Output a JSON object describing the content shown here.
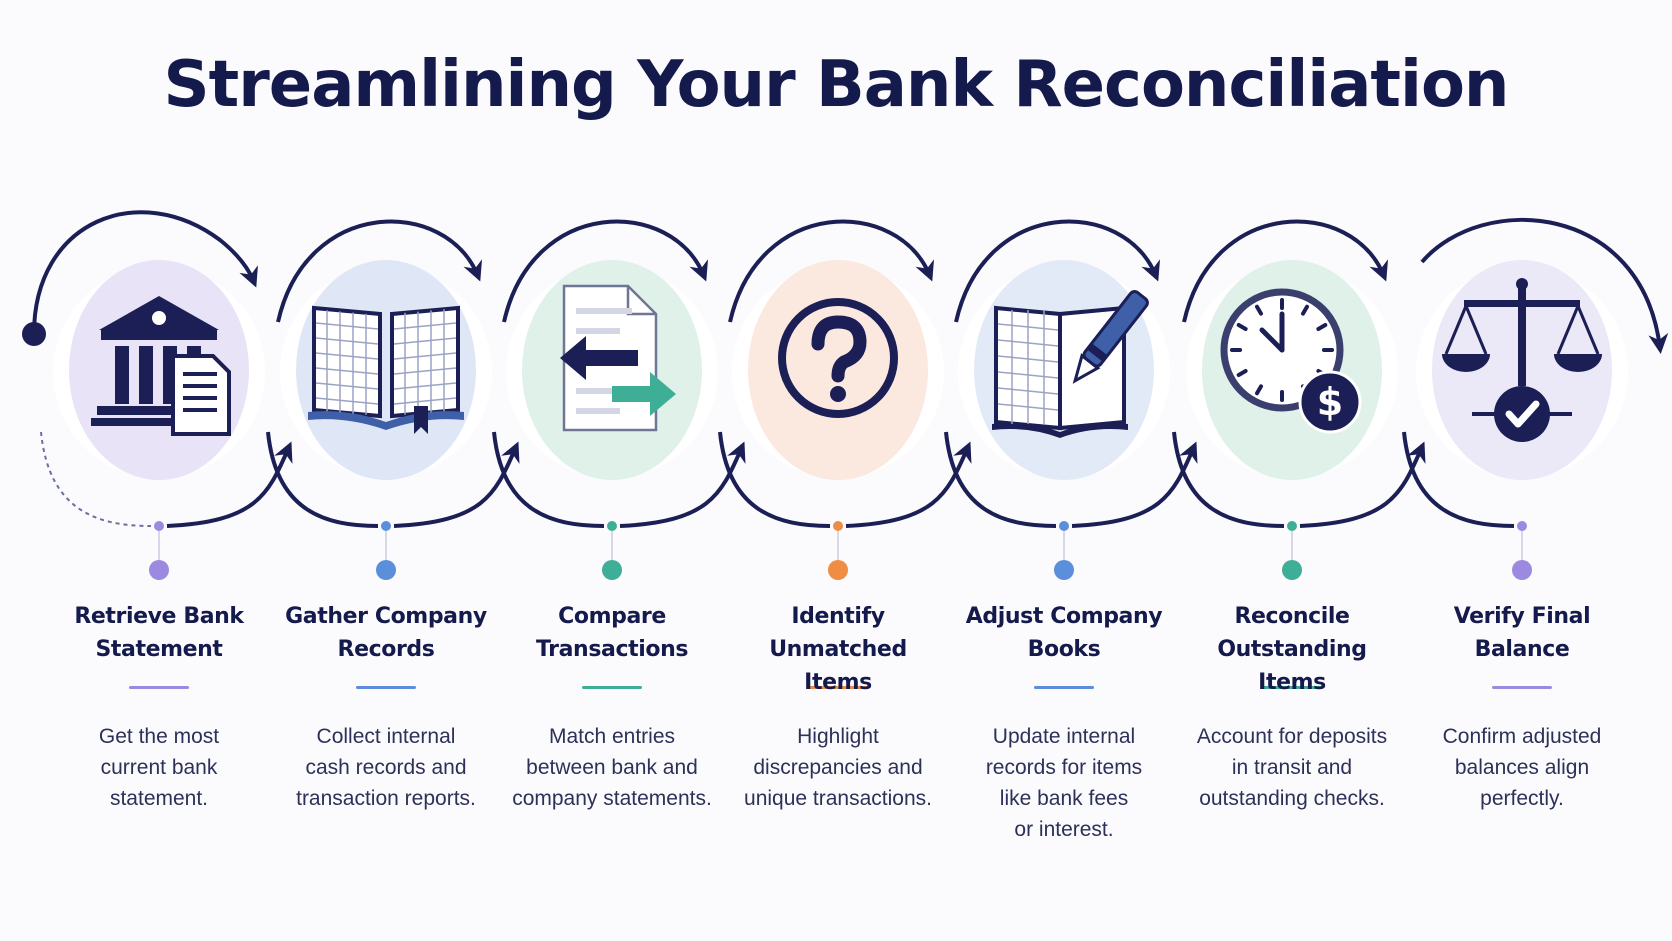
{
  "title": "Streamlining Your Bank Reconciliation",
  "colors": {
    "navy": "#1b1f55",
    "teal": "#3fae96",
    "purple": "#9b8ae0",
    "blue": "#5b8fdb",
    "orange": "#f08d45"
  },
  "steps": [
    {
      "title_lines": [
        "Retrieve Bank",
        "Statement"
      ],
      "description_lines": [
        "Get the most",
        "current bank",
        "statement."
      ],
      "icon": "bank-building-icon",
      "accent": "#9b8ae0",
      "halo": "#e8e3f6"
    },
    {
      "title_lines": [
        "Gather Company",
        "Records"
      ],
      "description_lines": [
        "Collect internal",
        "cash records and",
        "transaction reports."
      ],
      "icon": "open-ledger-book-icon",
      "accent": "#5b8fdb",
      "halo": "#dfe7f6"
    },
    {
      "title_lines": [
        "Compare",
        "Transactions"
      ],
      "description_lines": [
        "Match entries",
        "between bank and",
        "company statements."
      ],
      "icon": "compare-documents-icon",
      "accent": "#3fae96",
      "halo": "#e0f1ea"
    },
    {
      "title_lines": [
        "Identify",
        "Unmatched Items"
      ],
      "description_lines": [
        "Highlight",
        "discrepancies and",
        "unique transactions."
      ],
      "icon": "question-mark-icon",
      "accent": "#f08d45",
      "halo": "#fbe9df"
    },
    {
      "title_lines": [
        "Adjust Company",
        "Books"
      ],
      "description_lines": [
        "Update internal",
        "records for items",
        "like bank fees",
        "or interest."
      ],
      "icon": "ledger-pen-icon",
      "accent": "#5b8fdb",
      "halo": "#e3eaf7"
    },
    {
      "title_lines": [
        "Reconcile",
        "Outstanding Items"
      ],
      "description_lines": [
        "Account for deposits",
        "in transit and",
        "outstanding checks."
      ],
      "icon": "clock-dollar-icon",
      "accent": "#3fae96",
      "halo": "#e0f1ea"
    },
    {
      "title_lines": [
        "Verify Final",
        "Balance"
      ],
      "description_lines": [
        "Confirm adjusted",
        "balances align",
        "perfectly."
      ],
      "icon": "balance-scale-check-icon",
      "accent": "#9b8ae0",
      "halo": "#ebe8f7"
    }
  ]
}
